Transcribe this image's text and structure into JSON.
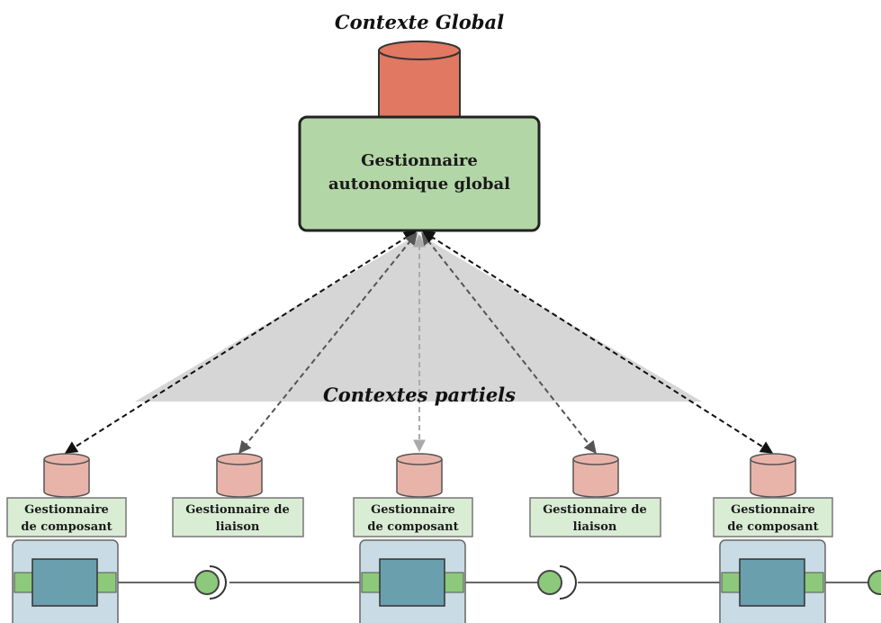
{
  "global": {
    "title": "Contexte Global",
    "manager_line1": "Gestionnaire",
    "manager_line2": "autonomique global"
  },
  "partial_label": "Contextes partiels",
  "managers": [
    {
      "kind": "component",
      "line1": "Gestionnaire",
      "line2": "de composant"
    },
    {
      "kind": "binding",
      "line1": "Gestionnaire de",
      "line2": "liaison"
    },
    {
      "kind": "component",
      "line1": "Gestionnaire",
      "line2": "de composant"
    },
    {
      "kind": "binding",
      "line1": "Gestionnaire de",
      "line2": "liaison"
    },
    {
      "kind": "component",
      "line1": "Gestionnaire",
      "line2": "de composant"
    }
  ],
  "colors": {
    "global_db": "#e07862",
    "local_db": "#e8b4aa",
    "global_manager": "#b3d6a6",
    "local_manager": "#d9ecd4",
    "component_outer": "#c9dbe4",
    "component_inner": "#6a9fad",
    "port": "#8cc97a",
    "triangle": "#d6d6d6"
  }
}
